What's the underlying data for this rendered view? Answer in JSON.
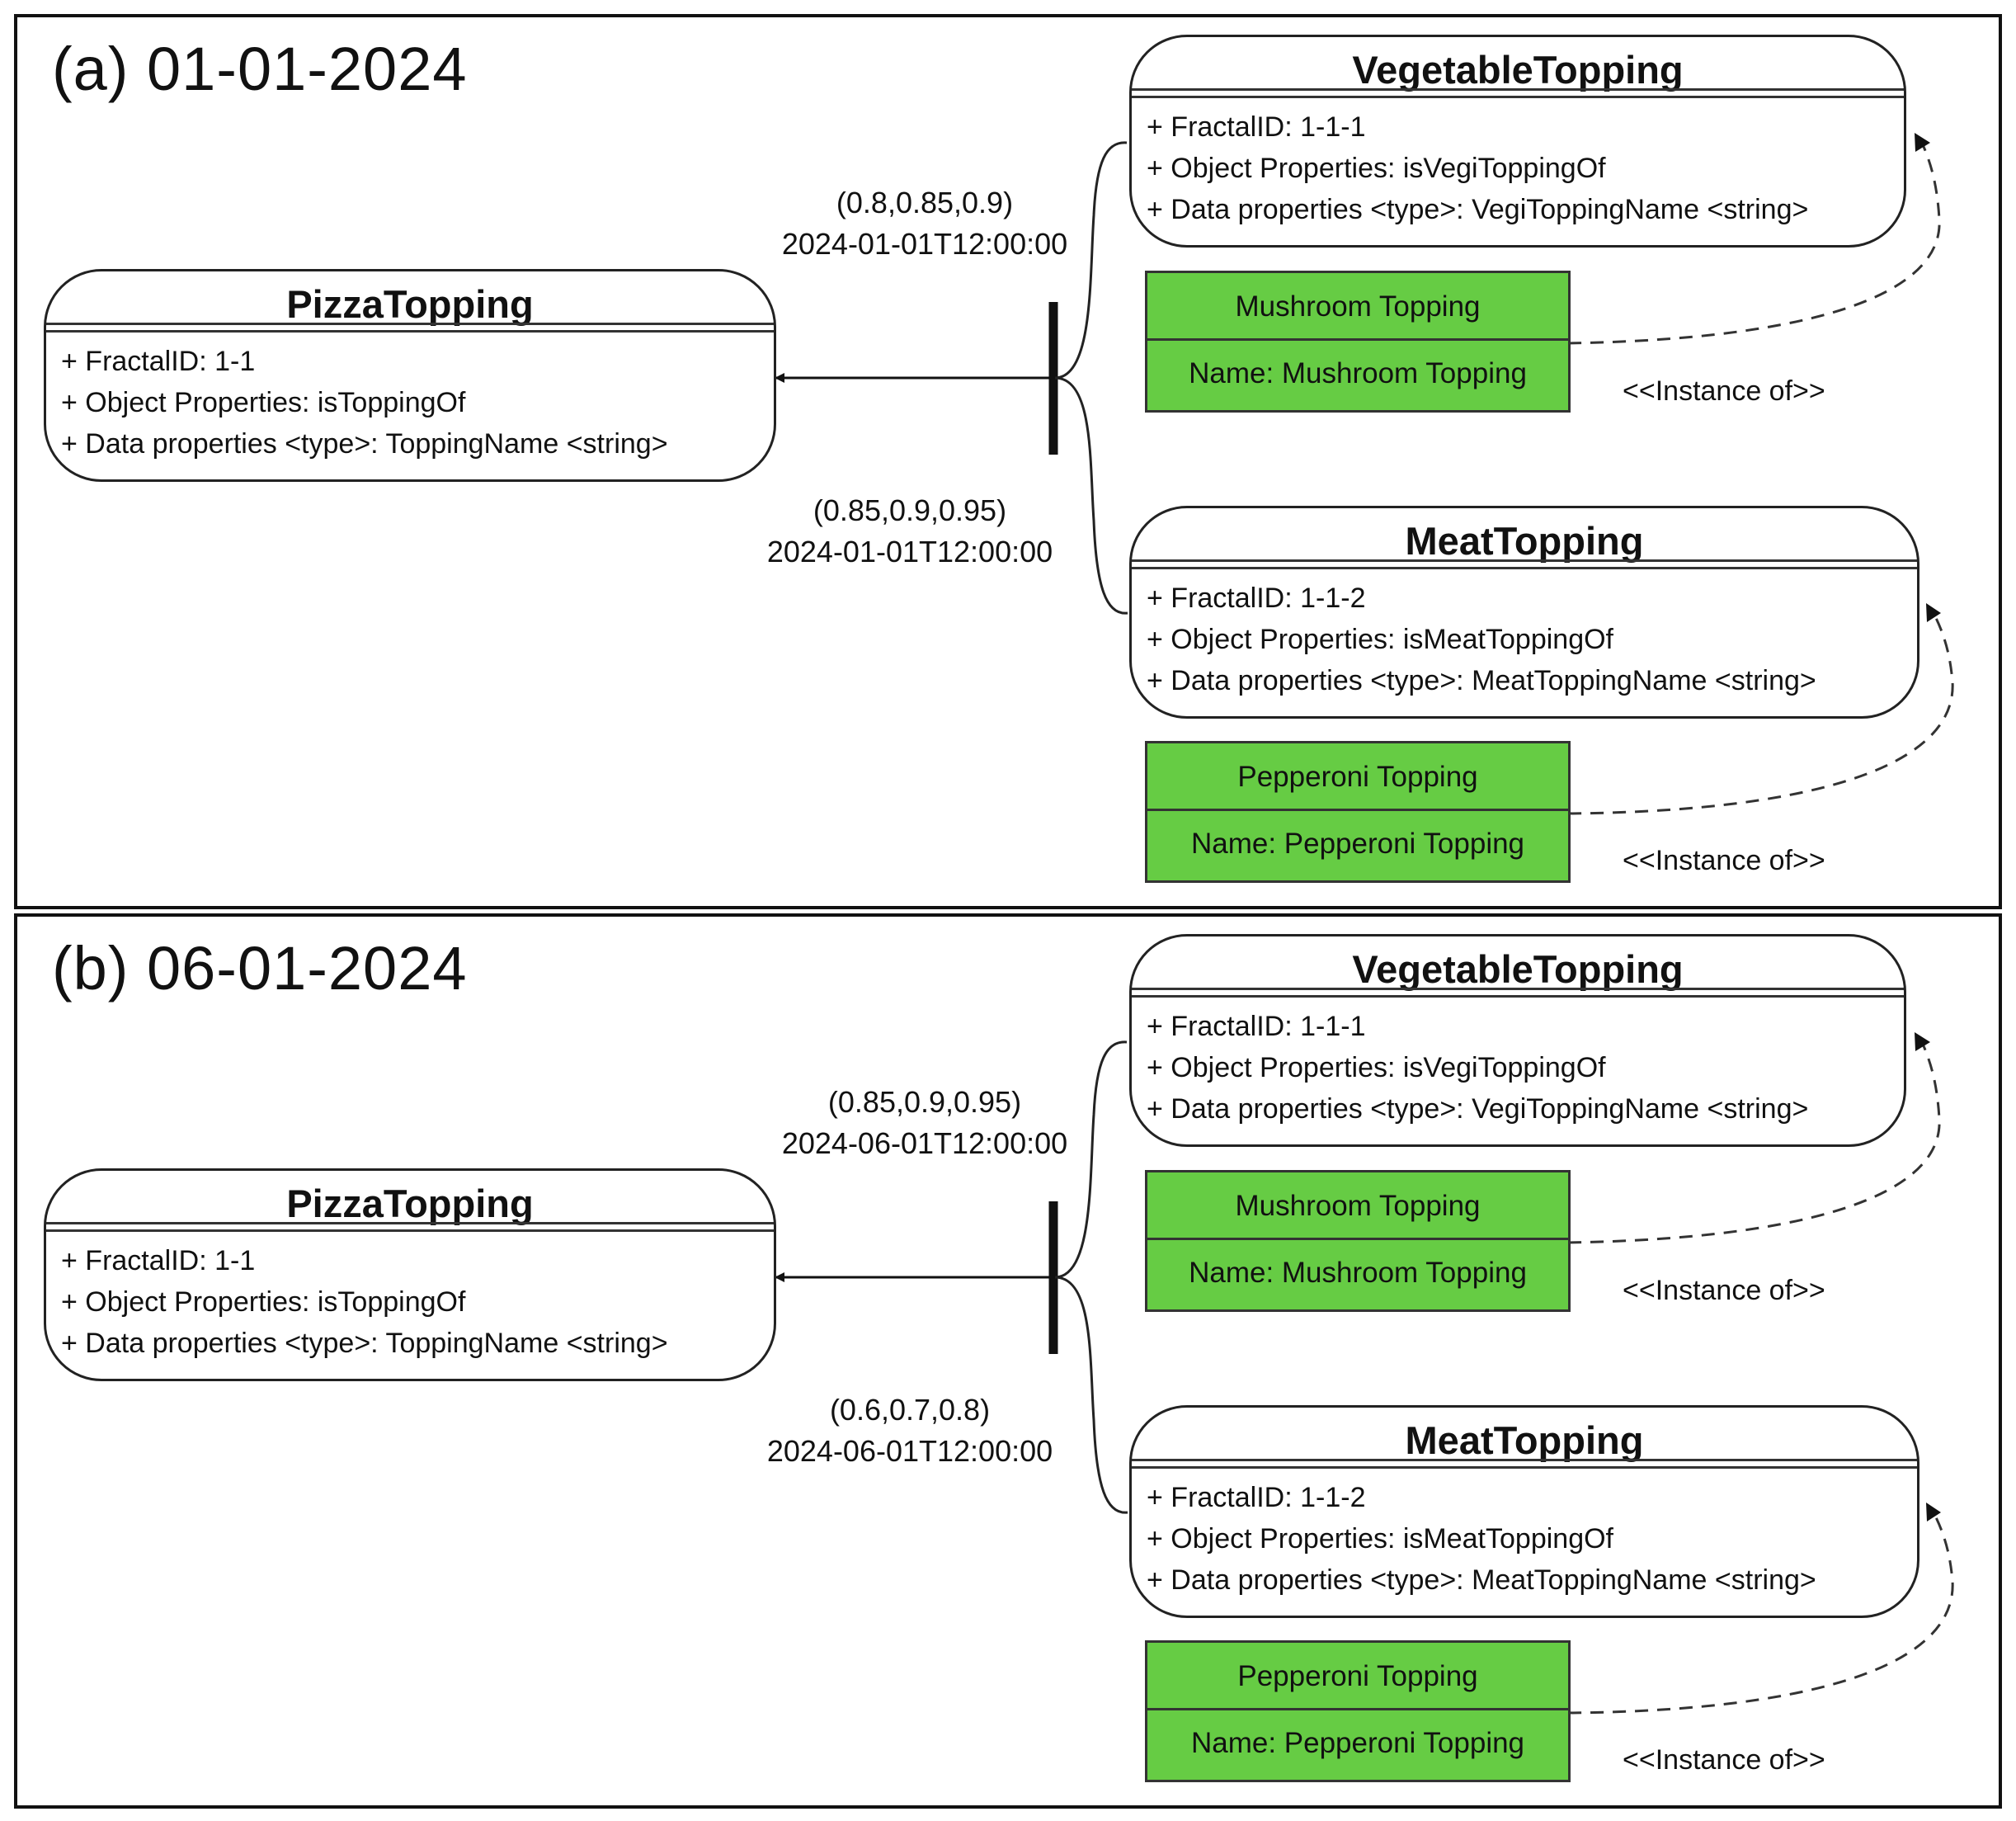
{
  "panels": [
    {
      "title": "(a) 01-01-2024",
      "parent": {
        "name": "PizzaTopping",
        "attrs": [
          "+ FractalID: 1-1",
          "+ Object Properties: isToppingOf",
          "+ Data properties <type>: ToppingName <string>"
        ]
      },
      "upper_edge": {
        "values": "(0.8,0.85,0.9)",
        "timestamp": "2024-01-01T12:00:00"
      },
      "lower_edge": {
        "values": "(0.85,0.9,0.95)",
        "timestamp": "2024-01-01T12:00:00"
      },
      "veg_class": {
        "name": "VegetableTopping",
        "attrs": [
          "+ FractalID: 1-1-1",
          "+ Object Properties: isVegiToppingOf",
          "+ Data properties <type>: VegiToppingName <string>"
        ]
      },
      "meat_class": {
        "name": "MeatTopping",
        "attrs": [
          "+ FractalID: 1-1-2",
          "+ Object Properties: isMeatToppingOf",
          "+ Data properties <type>: MeatToppingName <string>"
        ]
      },
      "mushroom": {
        "title": "Mushroom Topping",
        "name": "Name: Mushroom Topping"
      },
      "pepperoni": {
        "title": "Pepperoni Topping",
        "name": "Name: Pepperoni Topping"
      },
      "instance_of_label": "<<Instance of>>"
    },
    {
      "title": "(b) 06-01-2024",
      "parent": {
        "name": "PizzaTopping",
        "attrs": [
          "+ FractalID: 1-1",
          "+ Object Properties: isToppingOf",
          "+ Data properties <type>: ToppingName <string>"
        ]
      },
      "upper_edge": {
        "values": "(0.85,0.9,0.95)",
        "timestamp": "2024-06-01T12:00:00"
      },
      "lower_edge": {
        "values": "(0.6,0.7,0.8)",
        "timestamp": "2024-06-01T12:00:00"
      },
      "veg_class": {
        "name": "VegetableTopping",
        "attrs": [
          "+ FractalID: 1-1-1",
          "+ Object Properties: isVegiToppingOf",
          "+ Data properties <type>: VegiToppingName <string>"
        ]
      },
      "meat_class": {
        "name": "MeatTopping",
        "attrs": [
          "+ FractalID: 1-1-2",
          "+ Object Properties: isMeatToppingOf",
          "+ Data properties <type>: MeatToppingName <string>"
        ]
      },
      "mushroom": {
        "title": "Mushroom Topping",
        "name": "Name: Mushroom Topping"
      },
      "pepperoni": {
        "title": "Pepperoni Topping",
        "name": "Name: Pepperoni Topping"
      },
      "instance_of_label": "<<Instance of>>"
    }
  ]
}
